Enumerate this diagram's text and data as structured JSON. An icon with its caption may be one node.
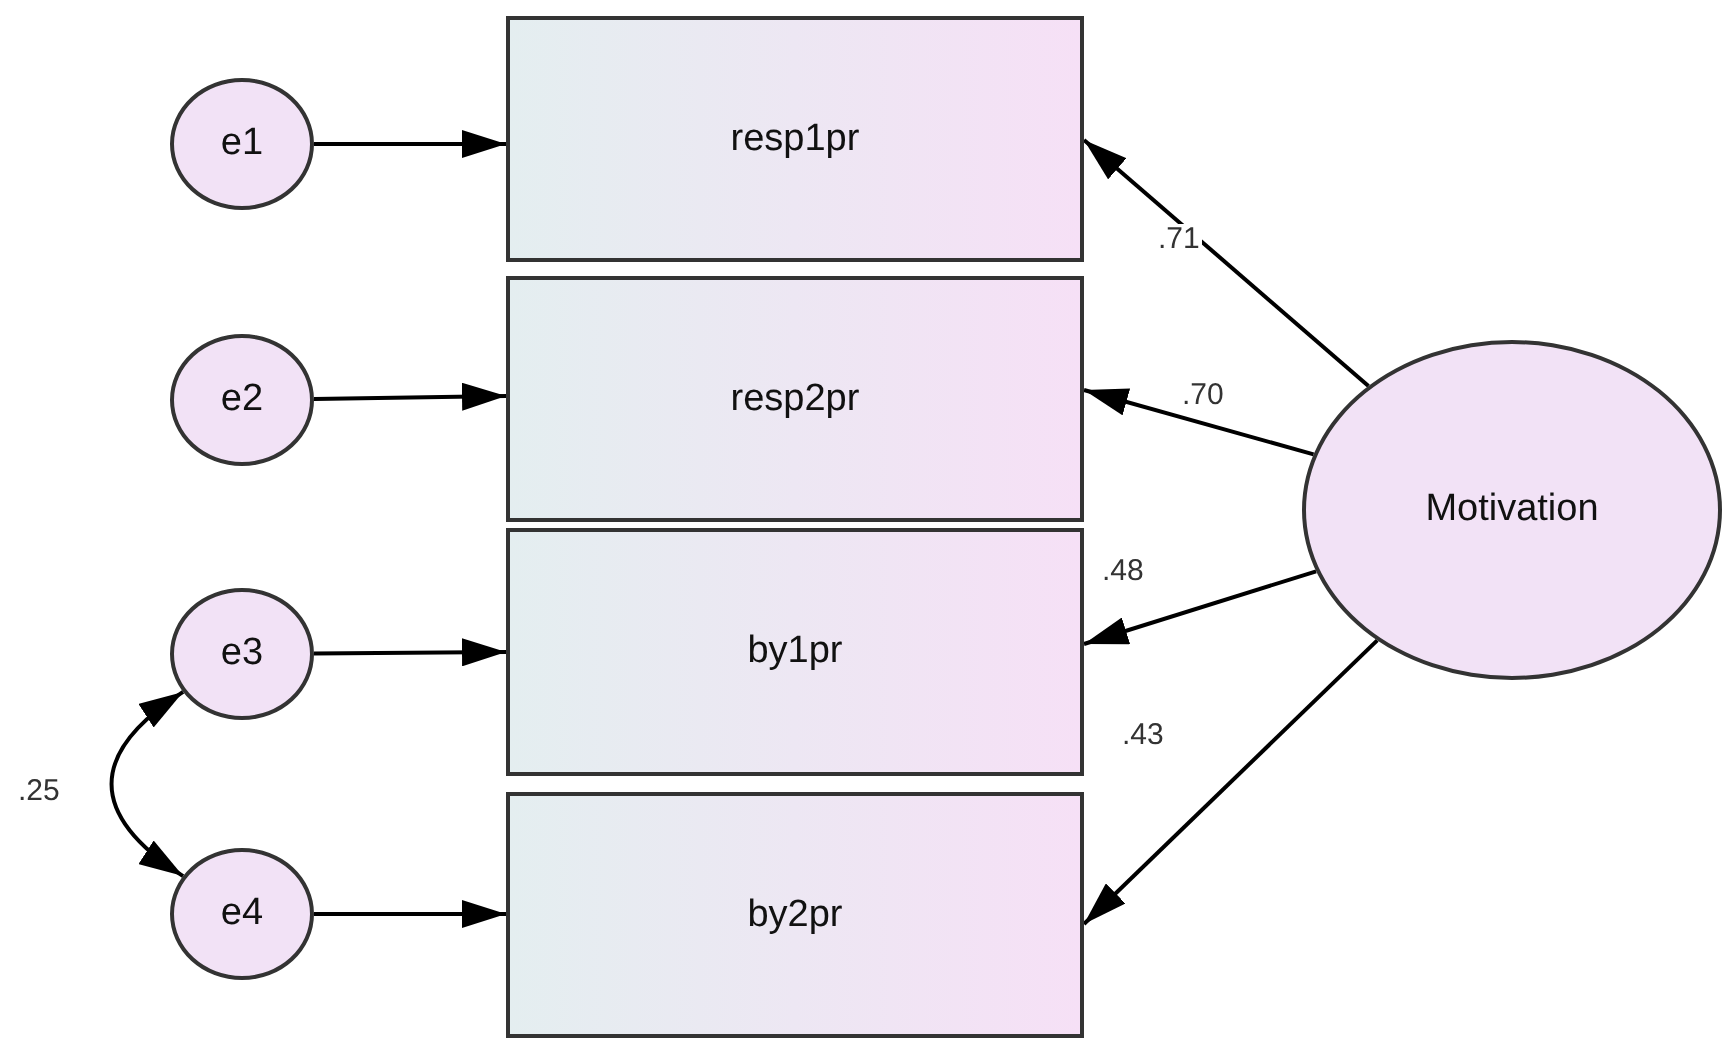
{
  "diagram": {
    "nodes": [
      {
        "text": [
          "e1"
        ]
      },
      {
        "text": [
          "resp1pr"
        ]
      },
      {
        "text": [
          "e2"
        ]
      },
      {
        "text": [
          "resp2pr"
        ]
      },
      {
        "text": [
          "e3"
        ]
      },
      {
        "text": [
          "by1pr"
        ]
      },
      {
        "text": [
          "e4"
        ]
      },
      {
        "text": [
          "by2pr"
        ]
      },
      {
        "text": [
          "Motivation"
        ]
      }
    ],
    "edges": [
      {
        "from": 0,
        "to": 1,
        "arrow": "to"
      },
      {
        "from": 2,
        "to": 3,
        "arrow": "to"
      },
      {
        "from": 4,
        "to": 5,
        "arrow": "to"
      },
      {
        "from": 6,
        "to": 7,
        "arrow": "to"
      },
      {
        "from": 8,
        "to": 1,
        "arrow": "to",
        "label": ".71"
      },
      {
        "from": 8,
        "to": 3,
        "arrow": "to",
        "label": ".70"
      },
      {
        "from": 8,
        "to": 5,
        "arrow": "to",
        "label": ".48"
      },
      {
        "from": 8,
        "to": 7,
        "arrow": "to",
        "label": ".43"
      },
      {
        "from": 4,
        "to": 6,
        "arrow": "both",
        "label": ".25"
      }
    ]
  }
}
